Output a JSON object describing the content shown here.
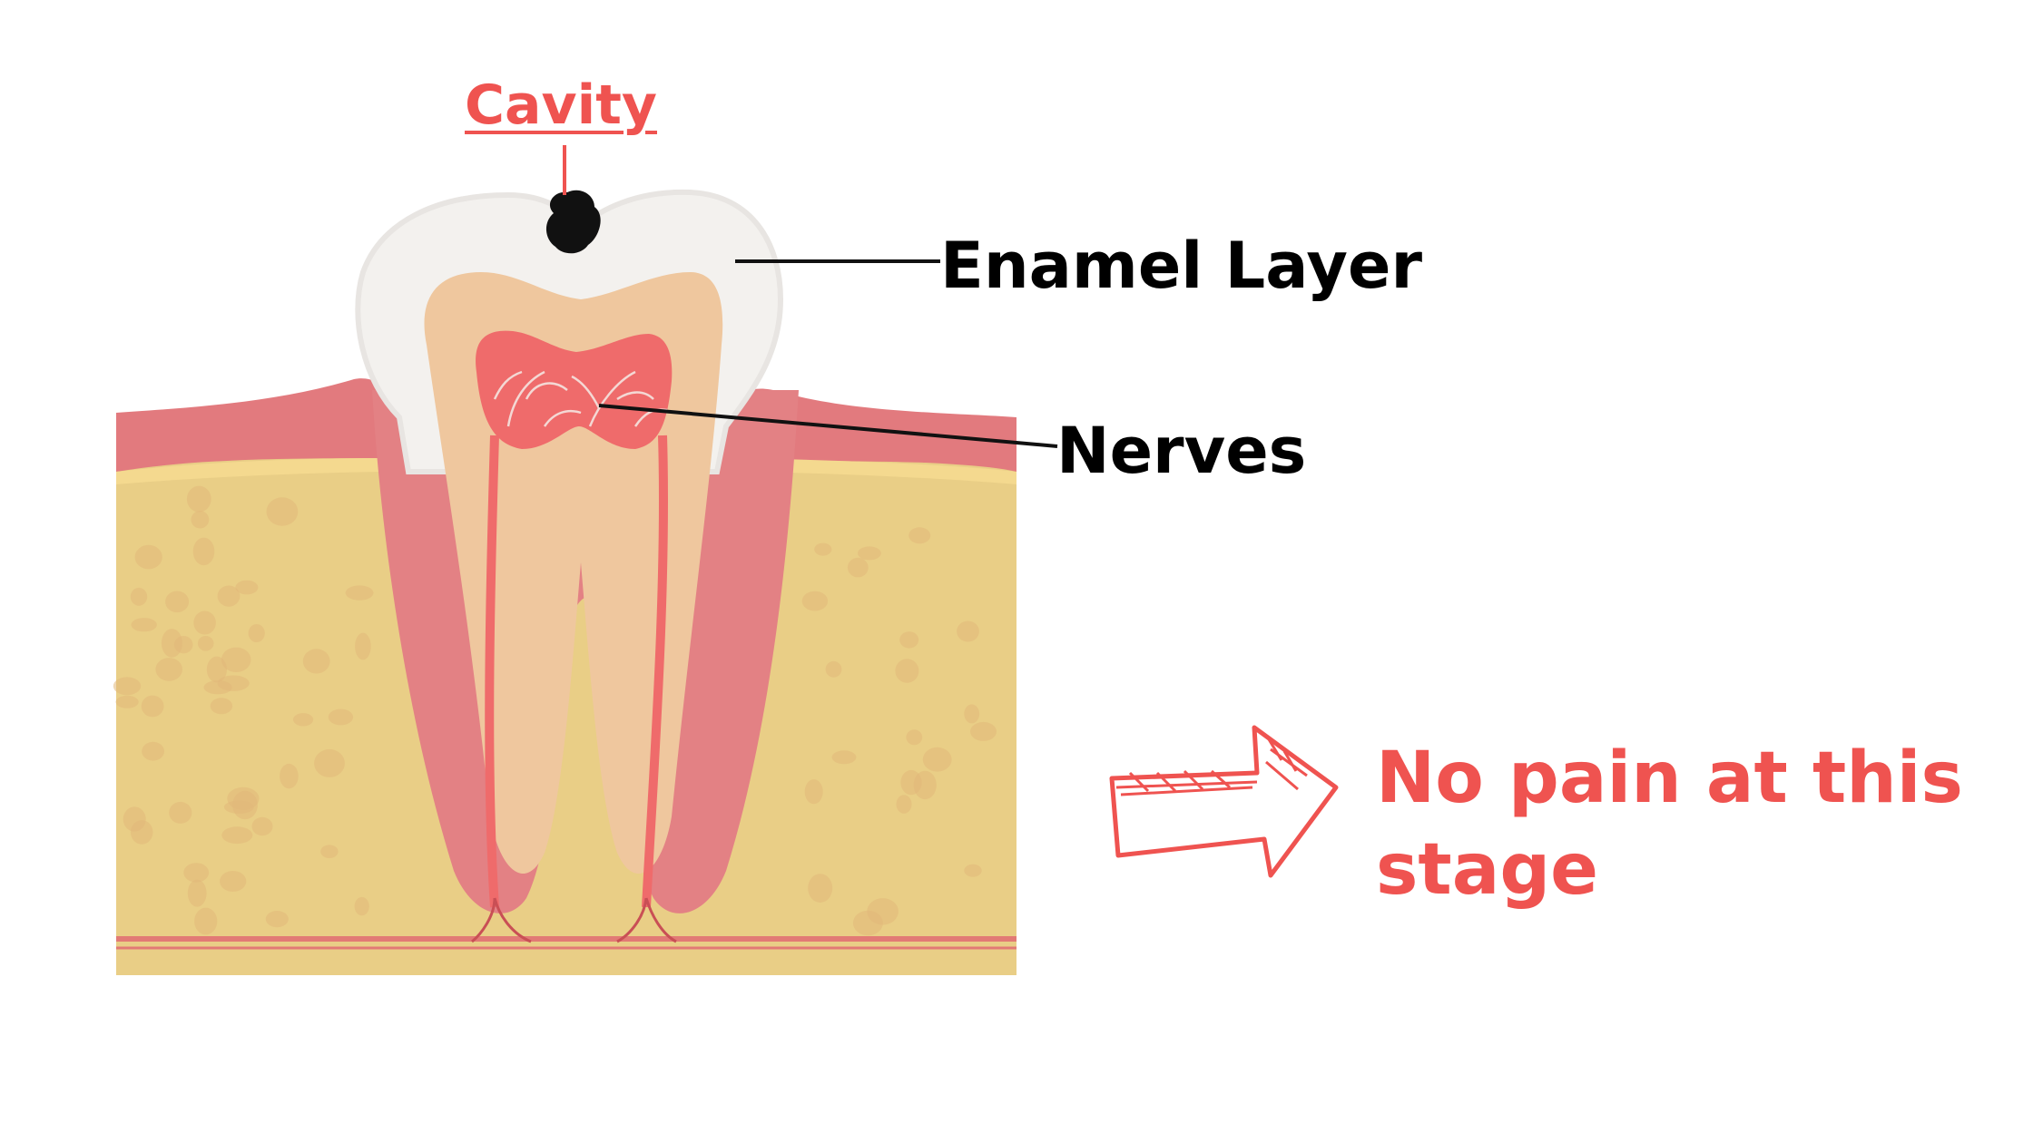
{
  "labels": {
    "cavity": "Cavity",
    "enamel": "Enamel Layer",
    "nerves": "Nerves",
    "note": "No pain at this stage"
  },
  "colors": {
    "accent": "#ef5350",
    "gum": "#e0767a",
    "gum_light": "#ec9a96",
    "bone": "#e9ce86",
    "bone_spot": "#e2b87a",
    "enamel": "#f7f5f2",
    "dentin": "#efc79e",
    "pulp": "#ef6b6b",
    "cavity": "#111111",
    "text": "#000000"
  },
  "icons": [
    "arrow-right-icon"
  ]
}
